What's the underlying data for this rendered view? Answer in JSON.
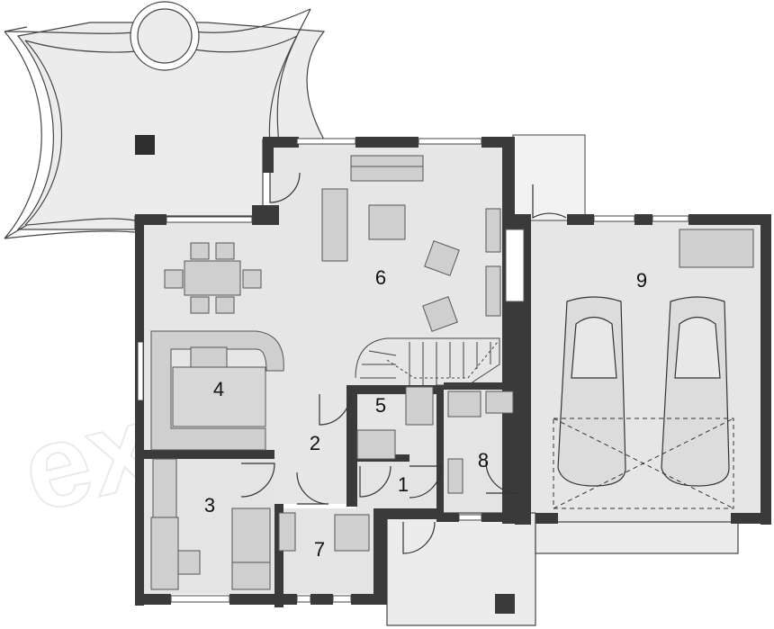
{
  "plan": {
    "rooms": [
      {
        "id": "hall",
        "label": "1"
      },
      {
        "id": "corridor",
        "label": "2"
      },
      {
        "id": "bedroom",
        "label": "3"
      },
      {
        "id": "kitchen",
        "label": "4"
      },
      {
        "id": "pantry",
        "label": "5"
      },
      {
        "id": "living",
        "label": "6"
      },
      {
        "id": "bathroom",
        "label": "7"
      },
      {
        "id": "utility",
        "label": "8"
      },
      {
        "id": "garage",
        "label": "9"
      }
    ],
    "watermark": "extradom"
  },
  "colors": {
    "wall": "#3a3a3a",
    "floor": "#e4e4e4",
    "terrace": "#e9e9e9",
    "furniture": "#cfcfcf",
    "line": "#333333"
  }
}
